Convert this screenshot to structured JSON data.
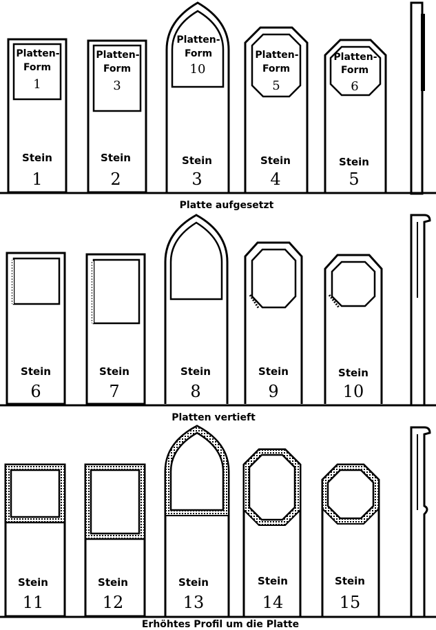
{
  "captions": {
    "row1": "Platte aufgesetzt",
    "row2": "Platten vertieft",
    "row3": "Erhöhtes Profil um die Platte"
  },
  "stone_word": "Stein",
  "plate_word_1": "Platten-",
  "plate_word_2": "Form",
  "stones": [
    {
      "number": "1",
      "plate_number": "1"
    },
    {
      "number": "2",
      "plate_number": "3"
    },
    {
      "number": "3",
      "plate_number": "10"
    },
    {
      "number": "4",
      "plate_number": "5"
    },
    {
      "number": "5",
      "plate_number": "6"
    },
    {
      "number": "6"
    },
    {
      "number": "7"
    },
    {
      "number": "8"
    },
    {
      "number": "9"
    },
    {
      "number": "10"
    },
    {
      "number": "11"
    },
    {
      "number": "12"
    },
    {
      "number": "13"
    },
    {
      "number": "14"
    },
    {
      "number": "15"
    }
  ]
}
